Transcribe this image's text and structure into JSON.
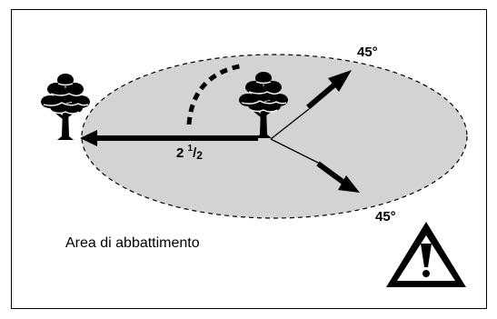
{
  "labels": {
    "distance_whole": "2",
    "distance_num": "1",
    "distance_den": "2",
    "angle_upper": "45°",
    "angle_lower": "45°",
    "area": "Area di abbattimento"
  },
  "colors": {
    "felling_area_fill": "#d3d3d3",
    "stroke": "#000000",
    "background": "#ffffff"
  },
  "icons": {
    "tree": "tree-icon",
    "warning": "warning-triangle-icon"
  }
}
